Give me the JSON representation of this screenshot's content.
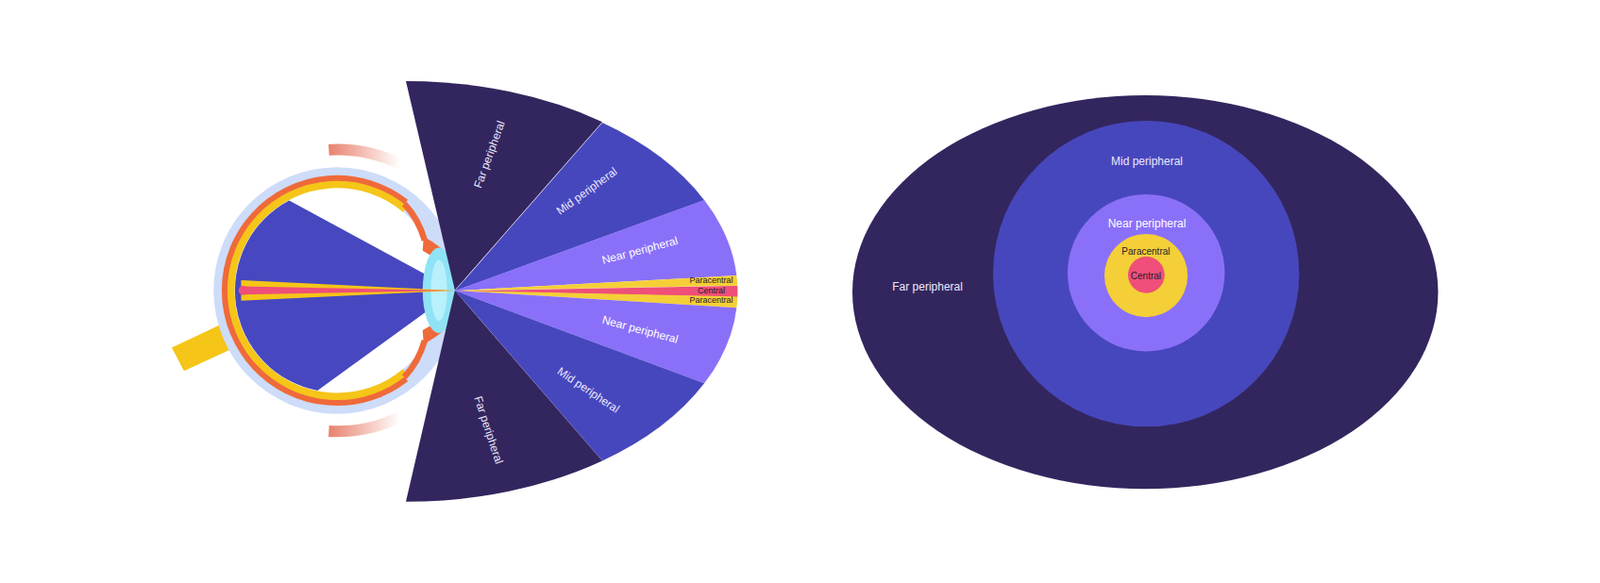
{
  "diagram": {
    "nodes": [
      {
        "text": [
          "Far peripheral"
        ]
      },
      {
        "text": [
          "Mid peripheral"
        ]
      },
      {
        "text": [
          "Near peripheral"
        ]
      },
      {
        "text": [
          "Paracentral"
        ]
      },
      {
        "text": [
          "Central"
        ]
      },
      {
        "text": [
          "Paracentral"
        ]
      },
      {
        "text": [
          "Near peripheral"
        ]
      },
      {
        "text": [
          "Mid peripheral"
        ]
      },
      {
        "text": [
          "Far peripheral"
        ]
      },
      {
        "text": [
          "Far peripheral"
        ]
      },
      {
        "text": [
          "Mid peripheral"
        ],
        "in": 9
      },
      {
        "text": [
          "Near peripheral"
        ],
        "in": 10
      },
      {
        "text": [
          "Paracentral"
        ],
        "in": 11
      },
      {
        "text": [
          "Central"
        ],
        "in": 12
      }
    ]
  }
}
